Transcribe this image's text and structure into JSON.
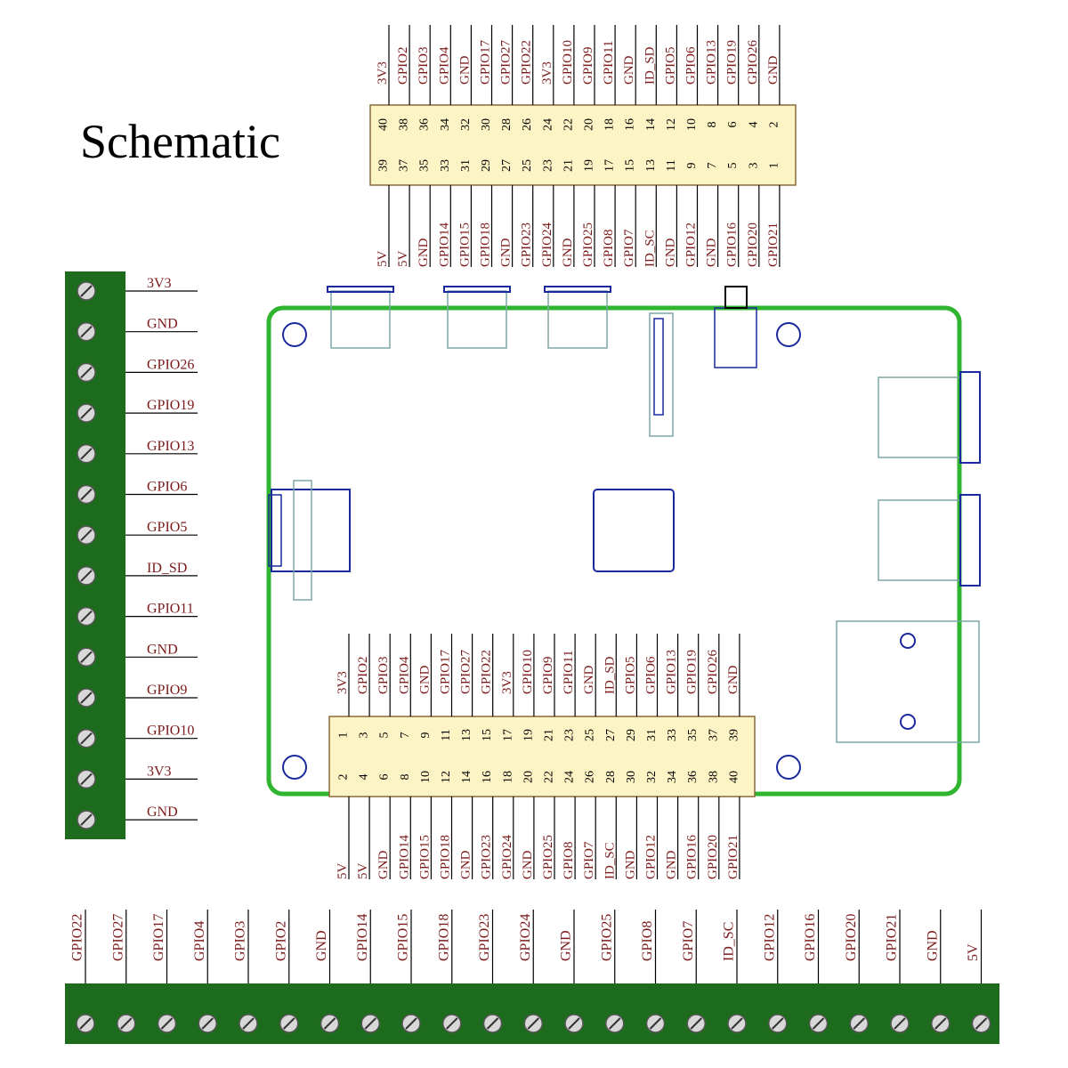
{
  "title": "Schematic",
  "colors": {
    "terminal_green": "#1d6b1d",
    "board_outline": "#2fb52f",
    "header_fill": "#fdf4c5",
    "label_text": "#7a1a1a",
    "component_blue": "#1a2a9e",
    "component_teal": "#7fa6a6"
  },
  "top_header": {
    "top_labels": [
      "3V3",
      "GPIO2",
      "GPIO3",
      "GPIO4",
      "GND",
      "GPIO17",
      "GPIO27",
      "GPIO22",
      "3V3",
      "GPIO10",
      "GPIO9",
      "GPIO11",
      "GND",
      "ID_SD",
      "GPIO5",
      "GPIO6",
      "GPIO13",
      "GPIO19",
      "GPIO26",
      "GND"
    ],
    "bottom_labels": [
      "5V",
      "5V",
      "GND",
      "GPIO14",
      "GPIO15",
      "GPIO18",
      "GND",
      "GPIO23",
      "GPIO24",
      "GND",
      "GPIO25",
      "GPIO8",
      "GPIO7",
      "ID_SC",
      "GND",
      "GPIO12",
      "GND",
      "GPIO16",
      "GPIO20",
      "GPIO21"
    ],
    "upper_pins": [
      "40",
      "38",
      "36",
      "34",
      "32",
      "30",
      "28",
      "26",
      "24",
      "22",
      "20",
      "18",
      "16",
      "14",
      "12",
      "10",
      "8",
      "6",
      "4",
      "2"
    ],
    "lower_pins": [
      "39",
      "37",
      "35",
      "33",
      "31",
      "29",
      "27",
      "25",
      "23",
      "21",
      "19",
      "17",
      "15",
      "13",
      "11",
      "9",
      "7",
      "5",
      "3",
      "1"
    ]
  },
  "board_header": {
    "top_labels": [
      "3V3",
      "GPIO2",
      "GPIO3",
      "GPIO4",
      "GND",
      "GPIO17",
      "GPIO27",
      "GPIO22",
      "3V3",
      "GPIO10",
      "GPIO9",
      "GPIO11",
      "GND",
      "ID_SD",
      "GPIO5",
      "GPIO6",
      "GPIO13",
      "GPIO19",
      "GPIO26",
      "GND"
    ],
    "bottom_labels": [
      "5V",
      "5V",
      "GND",
      "GPIO14",
      "GPIO15",
      "GPIO18",
      "GND",
      "GPIO23",
      "GPIO24",
      "GND",
      "GPIO25",
      "GPIO8",
      "GPIO7",
      "ID_SC",
      "GND",
      "GPIO12",
      "GND",
      "GPIO16",
      "GPIO20",
      "GPIO21"
    ],
    "upper_pins": [
      "1",
      "3",
      "5",
      "7",
      "9",
      "11",
      "13",
      "15",
      "17",
      "19",
      "21",
      "23",
      "25",
      "27",
      "29",
      "31",
      "33",
      "35",
      "37",
      "39"
    ],
    "lower_pins": [
      "2",
      "4",
      "6",
      "8",
      "10",
      "12",
      "14",
      "16",
      "18",
      "20",
      "22",
      "24",
      "26",
      "28",
      "30",
      "32",
      "34",
      "36",
      "38",
      "40"
    ]
  },
  "left_terminal": {
    "labels": [
      "3V3",
      "GND",
      "GPIO26",
      "GPIO19",
      "GPIO13",
      "GPIO6",
      "GPIO5",
      "ID_SD",
      "GPIO11",
      "GND",
      "GPIO9",
      "GPIO10",
      "3V3",
      "GND"
    ]
  },
  "bottom_terminal": {
    "labels": [
      "GPIO22",
      "GPIO27",
      "GPIO17",
      "GPIO4",
      "GPIO3",
      "GPIO2",
      "GND",
      "GPIO14",
      "GPIO15",
      "GPIO18",
      "GPIO23",
      "GPIO24",
      "GND",
      "GPIO25",
      "GPIO8",
      "GPIO7",
      "ID_SC",
      "GPIO12",
      "GPIO16",
      "GPIO20",
      "GPIO21",
      "GND",
      "5V"
    ]
  }
}
